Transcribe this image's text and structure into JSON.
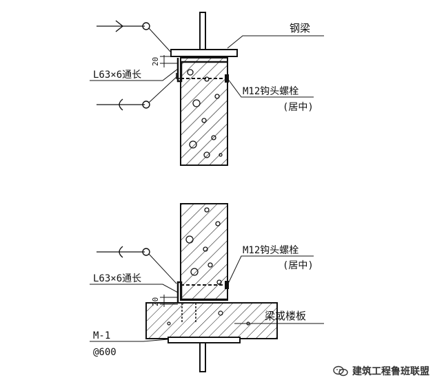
{
  "labels": {
    "steel_beam": "钢梁",
    "angle_top": "L63×6通长",
    "bolt_top": "M12钩头螺栓",
    "bolt_top_note": "(居中)",
    "dim_top": "20",
    "bolt_bottom": "M12钩头螺栓",
    "bolt_bottom_note": "(居中)",
    "angle_bottom": "L63×6通长",
    "dim_bottom": "20",
    "beam_or_slab": "梁或楼板",
    "embed_plate": "M-1",
    "spacing": "@600"
  },
  "watermark": {
    "text": "建筑工程鲁班联盟",
    "icon": "wechat-icon"
  },
  "colors": {
    "line": "#111111",
    "background": "#ffffff"
  }
}
